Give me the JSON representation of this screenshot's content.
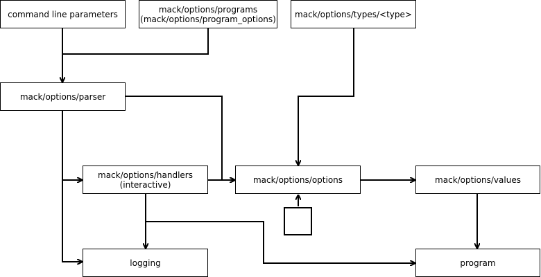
{
  "nodes": {
    "cmdline": "command line parameters",
    "programs": "mack/options/programs\n(mack/options/program_options)",
    "types": "mack/options/types/<type>",
    "parser": "mack/options/parser",
    "handlers": "mack/options/handlers\n(interactive)",
    "options": "mack/options/options",
    "values": "mack/options/values",
    "logging": "logging",
    "program": "program",
    "small_box": ""
  },
  "colors": {
    "stroke": "#000000",
    "fill": "#ffffff"
  }
}
